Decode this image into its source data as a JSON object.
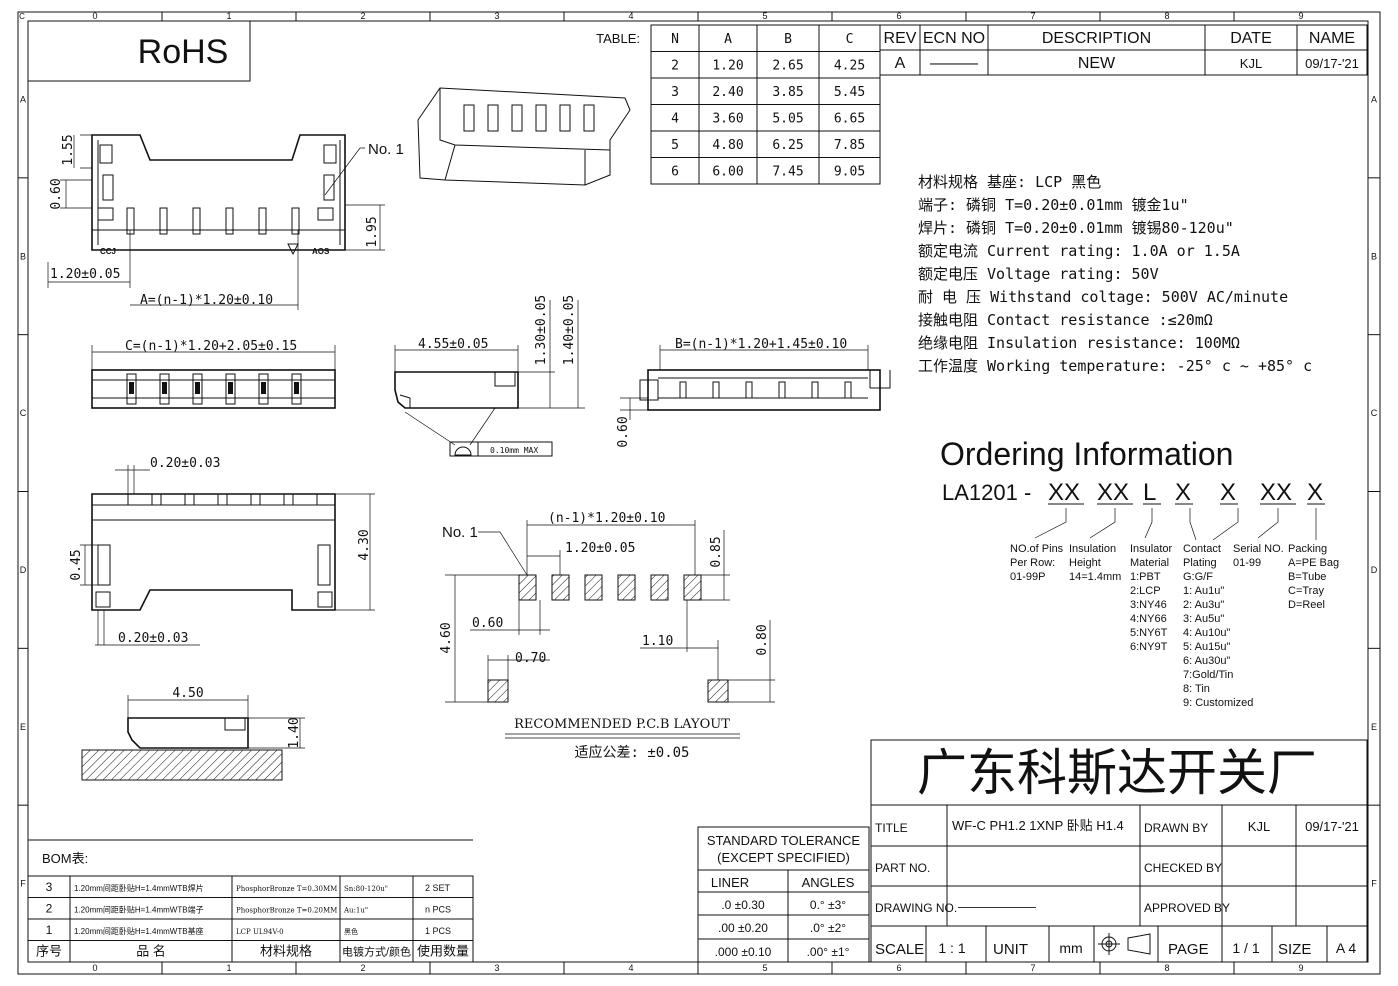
{
  "border": {
    "cols": [
      "0",
      "1",
      "2",
      "3",
      "4",
      "5",
      "6",
      "7",
      "8",
      "9"
    ],
    "rows": [
      "A",
      "B",
      "C",
      "D",
      "E",
      "F"
    ],
    "corner_tl": "C"
  },
  "rohs": "RoHS",
  "table": {
    "label": "TABLE:",
    "headers": [
      "N",
      "A",
      "B",
      "C"
    ],
    "rows": [
      [
        "2",
        "1.20",
        "2.65",
        "4.25"
      ],
      [
        "3",
        "2.40",
        "3.85",
        "5.45"
      ],
      [
        "4",
        "3.60",
        "5.05",
        "6.65"
      ],
      [
        "5",
        "4.80",
        "6.25",
        "7.85"
      ],
      [
        "6",
        "6.00",
        "7.45",
        "9.05"
      ]
    ]
  },
  "revision": {
    "headers": [
      "REV",
      "ECN NO",
      "DESCRIPTION",
      "DATE",
      "NAME"
    ],
    "row": [
      "A",
      "———",
      "NEW",
      "KJL",
      "09/17-'21"
    ]
  },
  "specs": [
    "材料规格 基座:  LCP 黑色",
    "         端子:  磷铜 T=0.20±0.01mm 镀金1u\"",
    "         焊片:  磷铜 T=0.20±0.01mm 镀锡80-120u\"",
    "额定电流 Current rating: 1.0A or 1.5A",
    "额定电压 Voltage rating: 50V",
    "耐 电 压 Withstand coltage: 500V AC/minute",
    "接触电阻 Contact resistance :≤20mΩ",
    "绝缘电阻 Insulation resistance: 100MΩ",
    "工作温度 Working temperature: -25° c ~ +85° c"
  ],
  "ordering": {
    "title": "Ordering Information",
    "code_prefix": "LA1201 -",
    "code_parts": [
      "XX",
      "XX",
      "L",
      "X",
      "X",
      "XX",
      "X"
    ],
    "legend": [
      {
        "head": [
          "NO.of Pins",
          "Per Row:"
        ],
        "items": [
          "01-99P"
        ]
      },
      {
        "head": [
          "Insulation",
          "Height"
        ],
        "items": [
          "14=1.4mm"
        ]
      },
      {
        "head": [
          "Insulator",
          "Material"
        ],
        "items": [
          "1:PBT",
          "2:LCP",
          "3:NY46",
          "4:NY66",
          "5:NY6T",
          "6:NY9T"
        ]
      },
      {
        "head": [
          "Contact",
          "Plating"
        ],
        "items": [
          "G:G/F",
          "1: Au1u\"",
          "2: Au3u\"",
          "3: Au5u\"",
          "4: Au10u\"",
          "5: Au15u\"",
          "6: Au30u\"",
          "7:Gold/Tin",
          "8: Tin",
          "9: Customized"
        ]
      },
      {
        "head": [
          "Serial NO.",
          "01-99"
        ],
        "items": []
      },
      {
        "head": [
          "Packing",
          "A=PE Bag"
        ],
        "items": [
          "B=Tube",
          "C=Tray",
          "D=Reel"
        ]
      }
    ]
  },
  "dims": {
    "d155": "1.55",
    "d060": "0.60",
    "d195": "1.95",
    "no1": "No. 1",
    "d120": "1.20±0.05",
    "dA": "A=(n-1)*1.20±0.10",
    "dC": "C=(n-1)*1.20+2.05±0.15",
    "d455": "4.55±0.05",
    "d130": "1.30±0.05",
    "d140": "1.40±0.05",
    "flat": "0.10mm MAX",
    "dB": "B=(n-1)*1.20+1.45±0.10",
    "d060b": "0.60",
    "d020a": "0.20±0.03",
    "d045": "0.45",
    "d430": "4.30",
    "d020b": "0.20±0.03",
    "d450": "4.50",
    "d140b": "1.40",
    "pcb_no1": "No. 1",
    "pcb_pitch": "(n-1)*1.20±0.10",
    "pcb_120": "1.20±0.05",
    "pcb_085": "0.85",
    "pcb_060": "0.60",
    "pcb_460": "4.60",
    "pcb_070": "0.70",
    "pcb_110": "1.10",
    "pcb_080": "0.80",
    "pcb_title": "RECOMMENDED P.C.B LAYOUT",
    "pcb_tol": "适应公差: ±0.05",
    "pin_mark_l": "CCJ",
    "pin_mark_r": "AOS"
  },
  "bom": {
    "title": "BOM表:",
    "rows": [
      [
        "3",
        "1.20mm间距卧贴H=1.4mmWTB焊片",
        "PhosphorBronze T=0.30MM",
        "Sn:80-120u\"",
        "2 SET"
      ],
      [
        "2",
        "1.20mm间距卧贴H=1.4mmWTB端子",
        "PhosphorBronze T=0.20MM",
        "Au:1u\"",
        "n PCS"
      ],
      [
        "1",
        "1.20mm间距卧贴H=1.4mmWTB基座",
        "LCP UL94V-0",
        "黑色",
        "1 PCS"
      ]
    ],
    "header": [
      "序号",
      "品      名",
      "材料规格",
      "电镀方式/颜色",
      "使用数量"
    ]
  },
  "tolerance": {
    "title1": "STANDARD TOLERANCE",
    "title2": "(EXCEPT SPECIFIED)",
    "headers": [
      "LINER",
      "ANGLES"
    ],
    "rows": [
      [
        ".0  ±0.30",
        "0.°  ±3°"
      ],
      [
        ".00  ±0.20",
        ".0°  ±2°"
      ],
      [
        ".000 ±0.10",
        ".00°  ±1°"
      ]
    ]
  },
  "title_block": {
    "company": "广东科斯达开关厂",
    "title_label": "TITLE",
    "title_value": "WF-C PH1.2 1XNP 卧贴 H1.4",
    "drawn_by_label": "DRAWN BY",
    "drawn_by": "KJL",
    "drawn_date": "09/17-'21",
    "part_no_label": "PART NO.",
    "checked_by_label": "CHECKED BY",
    "drawing_no_label": "DRAWING NO.",
    "drawing_no": "——————",
    "approved_by_label": "APPROVED BY",
    "scale_label": "SCALE",
    "scale": "1 : 1",
    "unit_label": "UNIT",
    "unit": "mm",
    "page_label": "PAGE",
    "page": "1 / 1",
    "size_label": "SIZE",
    "size": "A 4"
  }
}
